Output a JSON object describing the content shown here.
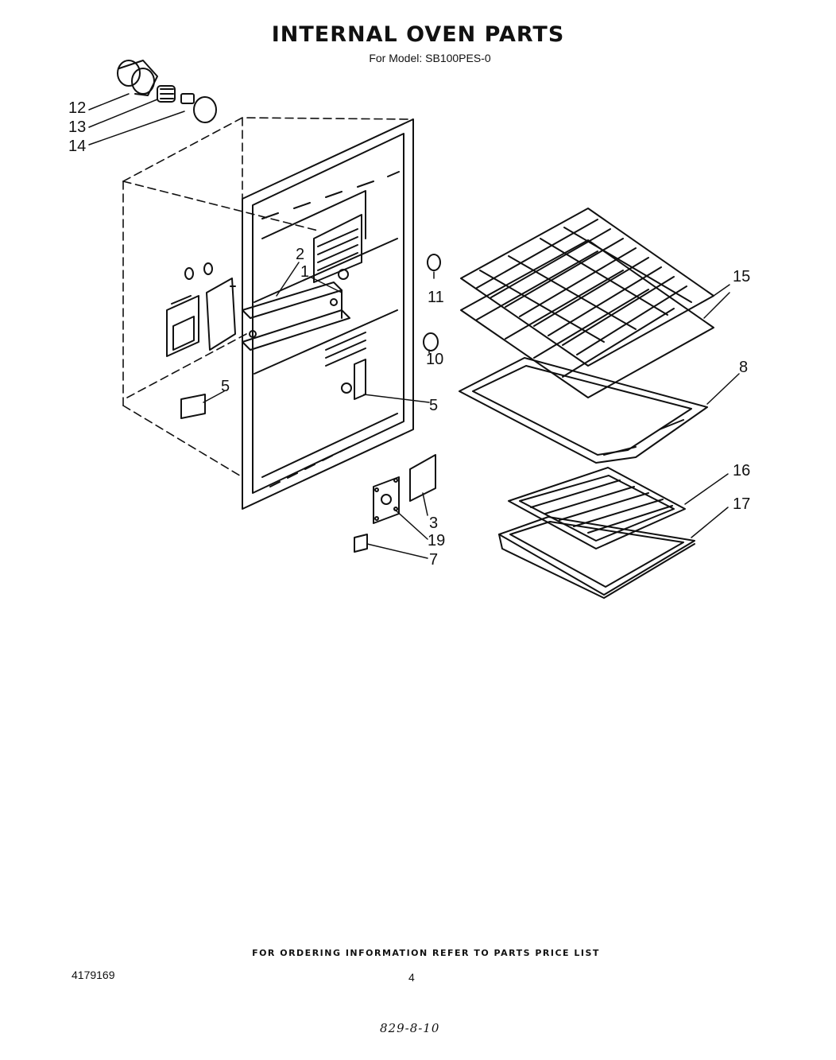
{
  "header": {
    "title": "INTERNAL OVEN PARTS",
    "subtitle": "For Model: SB100PES-0"
  },
  "callouts": [
    {
      "id": "12",
      "label": "12"
    },
    {
      "id": "13",
      "label": "13"
    },
    {
      "id": "14",
      "label": "14"
    },
    {
      "id": "2",
      "label": "2"
    },
    {
      "id": "1",
      "label": "1"
    },
    {
      "id": "11",
      "label": "11"
    },
    {
      "id": "10",
      "label": "10"
    },
    {
      "id": "5a",
      "label": "5"
    },
    {
      "id": "5b",
      "label": "5"
    },
    {
      "id": "15",
      "label": "15"
    },
    {
      "id": "8",
      "label": "8"
    },
    {
      "id": "16",
      "label": "16"
    },
    {
      "id": "17",
      "label": "17"
    },
    {
      "id": "3",
      "label": "3"
    },
    {
      "id": "19",
      "label": "19"
    },
    {
      "id": "7",
      "label": "7"
    }
  ],
  "footer": {
    "note": "FOR ORDERING INFORMATION REFER TO PARTS PRICE LIST",
    "doc_number": "4179169",
    "page_number": "4",
    "handwritten": "829-8-10"
  }
}
